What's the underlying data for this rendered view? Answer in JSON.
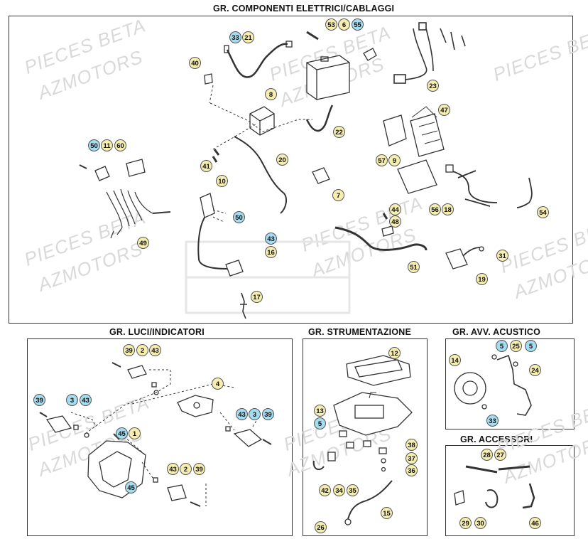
{
  "sections": {
    "elettrici": {
      "title": "GR. COMPONENTI ELETTRICI/CABLAGGI"
    },
    "luci": {
      "title": "GR. LUCI/INDICATORI"
    },
    "strumentazione": {
      "title": "GR. STRUMENTAZIONE"
    },
    "acustico": {
      "title": "GR. AVV. ACUSTICO"
    },
    "accessori": {
      "title": "GR. ACCESSORI"
    }
  },
  "watermark": {
    "line1": "PIECES BETA",
    "line2": "AZMOTORS"
  },
  "callouts": {
    "elettrici": [
      {
        "n": "33",
        "c": "b"
      },
      {
        "n": "21",
        "c": "y"
      },
      {
        "n": "53",
        "c": "y"
      },
      {
        "n": "6",
        "c": "y"
      },
      {
        "n": "55",
        "c": "b"
      },
      {
        "n": "40",
        "c": "y"
      },
      {
        "n": "8",
        "c": "y"
      },
      {
        "n": "23",
        "c": "y"
      },
      {
        "n": "47",
        "c": "y"
      },
      {
        "n": "22",
        "c": "y"
      },
      {
        "n": "50",
        "c": "b"
      },
      {
        "n": "11",
        "c": "y"
      },
      {
        "n": "60",
        "c": "y"
      },
      {
        "n": "41",
        "c": "y"
      },
      {
        "n": "20",
        "c": "y"
      },
      {
        "n": "57",
        "c": "y"
      },
      {
        "n": "9",
        "c": "y"
      },
      {
        "n": "10",
        "c": "y"
      },
      {
        "n": "7",
        "c": "y"
      },
      {
        "n": "44",
        "c": "y"
      },
      {
        "n": "56",
        "c": "y"
      },
      {
        "n": "18",
        "c": "y"
      },
      {
        "n": "54",
        "c": "y"
      },
      {
        "n": "50",
        "c": "b"
      },
      {
        "n": "48",
        "c": "y"
      },
      {
        "n": "49",
        "c": "y"
      },
      {
        "n": "43",
        "c": "b"
      },
      {
        "n": "16",
        "c": "y"
      },
      {
        "n": "31",
        "c": "y"
      },
      {
        "n": "51",
        "c": "y"
      },
      {
        "n": "19",
        "c": "y"
      },
      {
        "n": "17",
        "c": "y"
      }
    ],
    "luci": [
      {
        "n": "39",
        "c": "y"
      },
      {
        "n": "2",
        "c": "y"
      },
      {
        "n": "43",
        "c": "y"
      },
      {
        "n": "4",
        "c": "y"
      },
      {
        "n": "39",
        "c": "b"
      },
      {
        "n": "3",
        "c": "b"
      },
      {
        "n": "43",
        "c": "b"
      },
      {
        "n": "43",
        "c": "b"
      },
      {
        "n": "3",
        "c": "b"
      },
      {
        "n": "39",
        "c": "b"
      },
      {
        "n": "45",
        "c": "b"
      },
      {
        "n": "1",
        "c": "y"
      },
      {
        "n": "43",
        "c": "y"
      },
      {
        "n": "2",
        "c": "y"
      },
      {
        "n": "39",
        "c": "y"
      },
      {
        "n": "45",
        "c": "b"
      }
    ],
    "strumentazione": [
      {
        "n": "12",
        "c": "y"
      },
      {
        "n": "13",
        "c": "y"
      },
      {
        "n": "5",
        "c": "b"
      },
      {
        "n": "38",
        "c": "y"
      },
      {
        "n": "37",
        "c": "y"
      },
      {
        "n": "36",
        "c": "y"
      },
      {
        "n": "42",
        "c": "y"
      },
      {
        "n": "34",
        "c": "y"
      },
      {
        "n": "35",
        "c": "y"
      },
      {
        "n": "15",
        "c": "y"
      },
      {
        "n": "26",
        "c": "y"
      }
    ],
    "acustico": [
      {
        "n": "5",
        "c": "b"
      },
      {
        "n": "25",
        "c": "y"
      },
      {
        "n": "5",
        "c": "b"
      },
      {
        "n": "14",
        "c": "y"
      },
      {
        "n": "24",
        "c": "y"
      },
      {
        "n": "33",
        "c": "b"
      }
    ],
    "accessori": [
      {
        "n": "28",
        "c": "y"
      },
      {
        "n": "27",
        "c": "y"
      },
      {
        "n": "29",
        "c": "y"
      },
      {
        "n": "30",
        "c": "y"
      },
      {
        "n": "46",
        "c": "y"
      }
    ]
  },
  "colors": {
    "yellow": "#f5eeb0",
    "blue": "#a6dcef",
    "line": "#333333"
  }
}
